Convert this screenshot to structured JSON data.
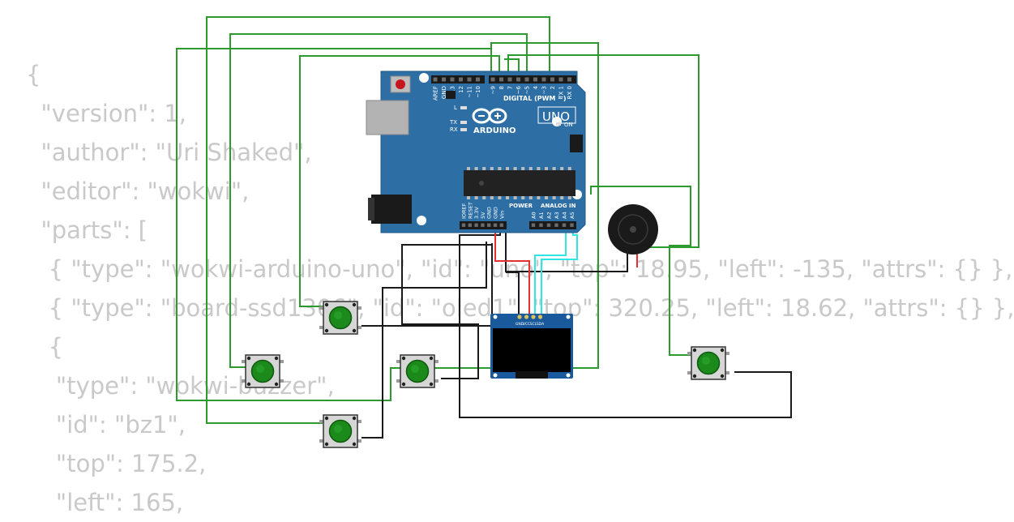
{
  "json_lines": [
    "{",
    "  \"version\": 1,",
    "  \"author\": \"Uri Shaked\",",
    "  \"editor\": \"wokwi\",",
    "  \"parts\": [",
    "   { \"type\": \"wokwi-arduino-uno\", \"id\": \"uno\", \"top\": 18.95, \"left\": -135, \"attrs\": {} },",
    "   { \"type\": \"board-ssd1306\", \"id\": \"oled1\", \"top\": 320.25, \"left\": 18.62, \"attrs\": {} },",
    "   {",
    "    \"type\": \"wokwi-buzzer\",",
    "    \"id\": \"bz1\",",
    "    \"top\": 175.2,",
    "    \"left\": 165,"
  ],
  "arduino": {
    "logo_text": "ARDUINO",
    "model": "UNO",
    "digital_label": "DIGITAL (PWM ~)",
    "power_label": "POWER",
    "analog_label": "ANALOG IN",
    "on_label": "ON",
    "l_label": "L",
    "tx_label": "TX",
    "rx_label": "RX",
    "digital_pins": [
      "AREF",
      "GND",
      "13",
      "12",
      "~11",
      "~10",
      "~9",
      "8",
      "7",
      "~6",
      "~5",
      "4",
      "~3",
      "2",
      "TX 1",
      "RX 0"
    ],
    "power_pins": [
      "IOREF",
      "RESET",
      "3.3V",
      "5V",
      "GND",
      "GND",
      "Vin"
    ],
    "analog_pins": [
      "A0",
      "A1",
      "A2",
      "A3",
      "A4",
      "A5"
    ],
    "board_color": "#2d6fa5"
  },
  "oled": {
    "pins": [
      "GND",
      "VCC",
      "SCL",
      "SDA"
    ],
    "board_color": "#1a5a9c"
  },
  "colors": {
    "wire_green": "#2d9a2d",
    "wire_black": "#1a1a1a",
    "wire_red": "#e53030",
    "wire_cyan": "#2ee6e6",
    "button_cap": "#1b8a1b"
  }
}
